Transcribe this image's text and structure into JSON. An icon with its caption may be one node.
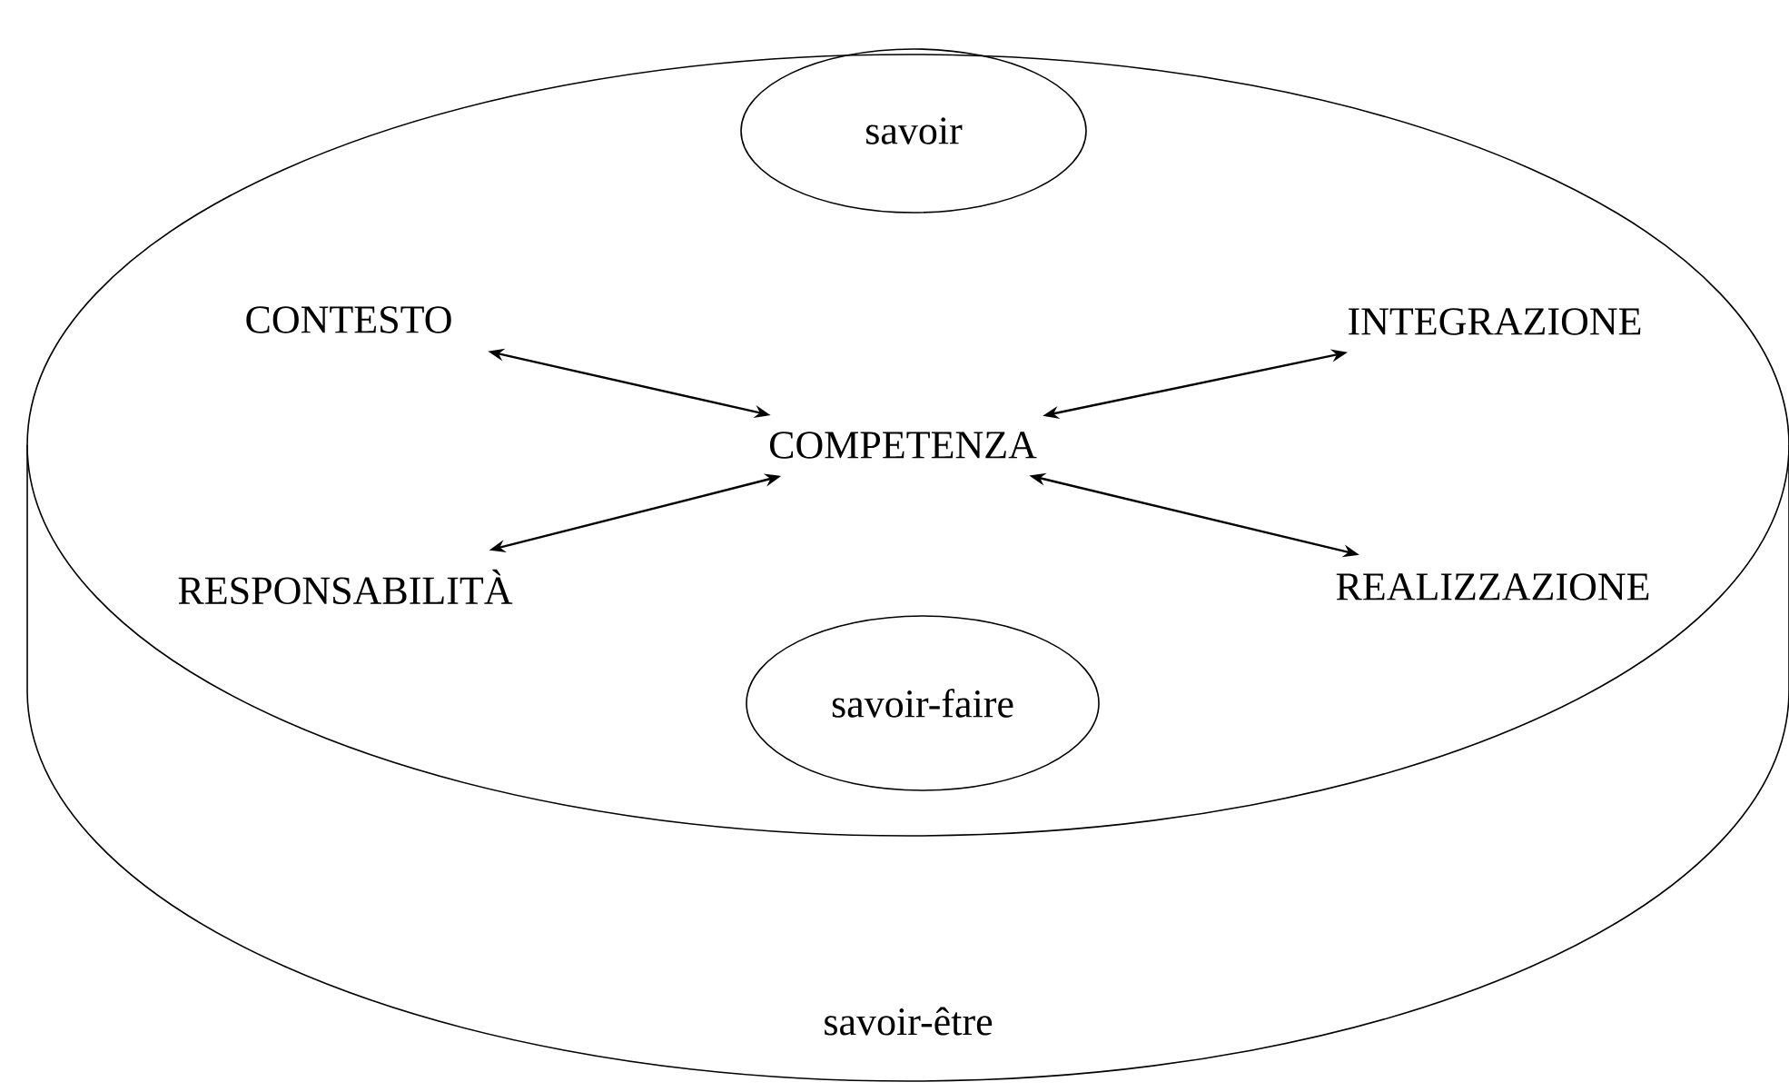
{
  "diagram": {
    "nodes": [
      {
        "text": [
          "savoir-être"
        ]
      },
      {
        "text": [
          "savoir"
        ],
        "in": 0
      },
      {
        "text": [
          "CONTESTO"
        ],
        "in": 0
      },
      {
        "text": [
          "INTEGRAZIONE"
        ],
        "in": 0
      },
      {
        "text": [
          "COMPETENZA"
        ],
        "in": 0
      },
      {
        "text": [
          "RESPONSABILITÀ"
        ],
        "in": 0
      },
      {
        "text": [
          "REALIZZAZIONE"
        ],
        "in": 0
      },
      {
        "text": [
          "savoir-faire"
        ],
        "in": 0
      }
    ],
    "edges": [
      {
        "from": 2,
        "to": 4,
        "arrow": "both"
      },
      {
        "from": 3,
        "to": 4,
        "arrow": "both"
      },
      {
        "from": 5,
        "to": 4,
        "arrow": "both"
      },
      {
        "from": 6,
        "to": 4,
        "arrow": "both"
      }
    ]
  }
}
